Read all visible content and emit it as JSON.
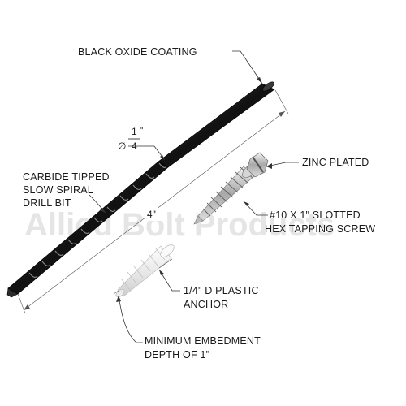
{
  "watermark": "Allied Bolt Products",
  "labels": {
    "coating": "BLACK OXIDE COATING",
    "drill_line1": "CARBIDE TIPPED",
    "drill_line2": "SLOW SPIRAL",
    "drill_line3": "DRILL BIT",
    "zinc": "ZINC PLATED",
    "screw_line1": "#10 X 1\"  SLOTTED",
    "screw_line2": "HEX TAPPING SCREW",
    "anchor_line1": "1/4\" D PLASTIC",
    "anchor_line2": "ANCHOR",
    "embed_line1": "MINIMUM EMBEDMENT",
    "embed_line2": "DEPTH OF 1\""
  },
  "dimensions": {
    "diameter_symbol": "∅",
    "diameter_num": "1",
    "diameter_den": "4",
    "diameter_unit": "\"",
    "length": "4\""
  },
  "colors": {
    "drill": "#1c1c1c",
    "screw": "#c9c9c9",
    "anchor": "#f2f2f2",
    "watermark": "#cfcfcf"
  }
}
